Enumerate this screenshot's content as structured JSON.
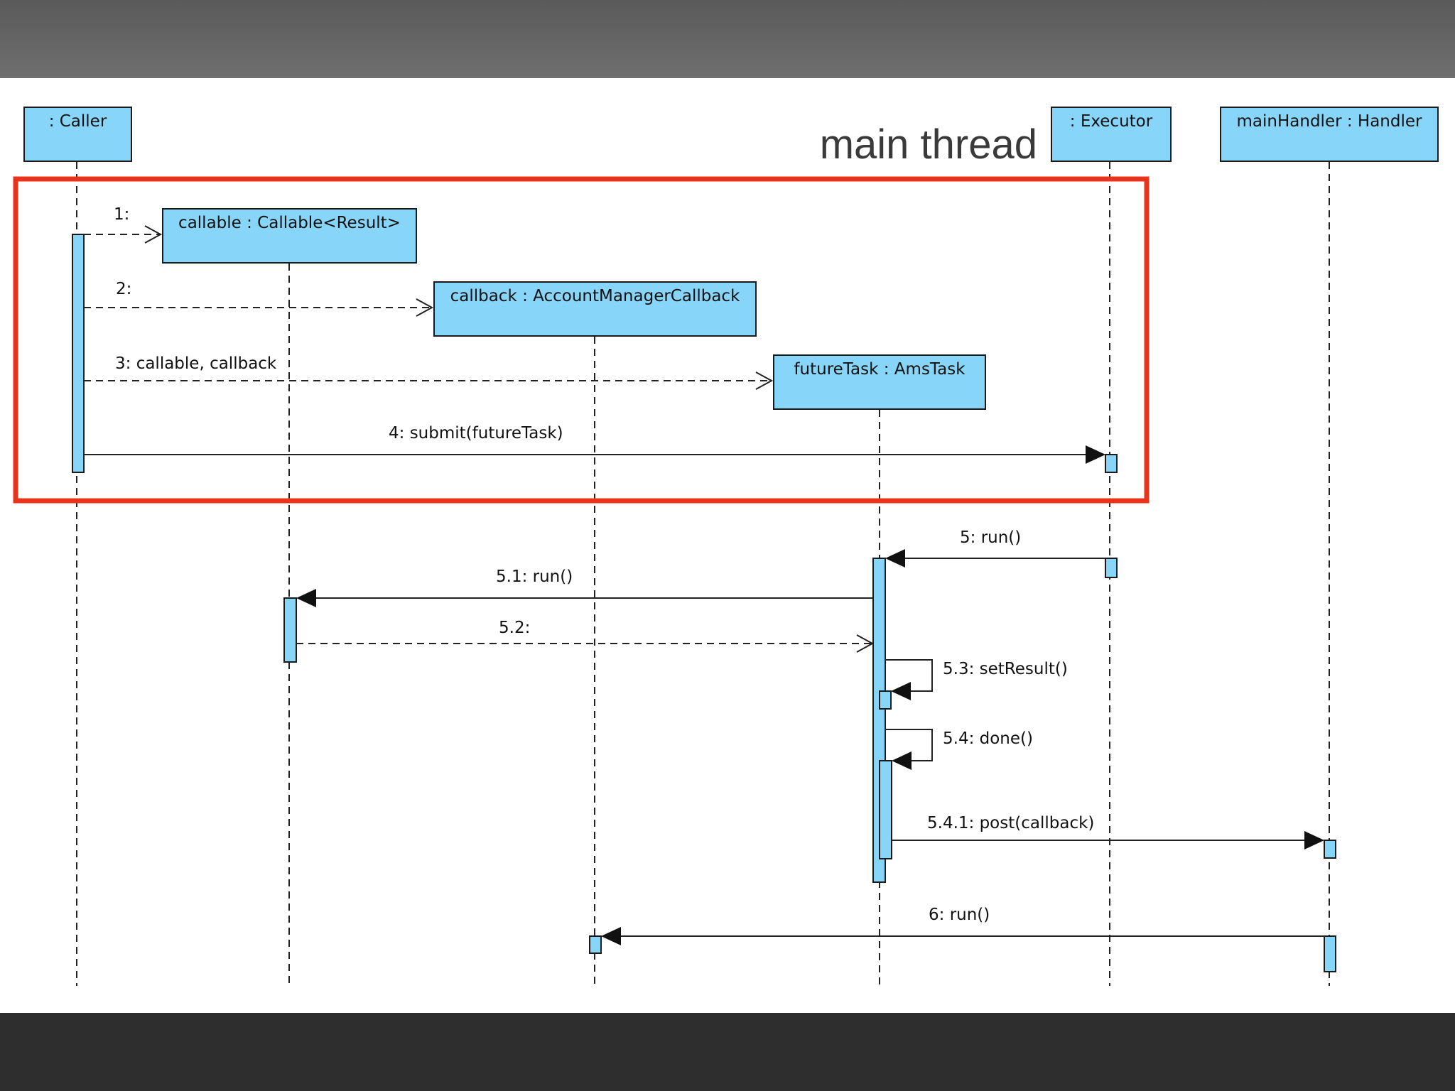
{
  "slide_title": "main thread",
  "lifelines": {
    "caller": ": Caller",
    "callable": "callable : Callable<Result>",
    "callback": "callback : AccountManagerCallback",
    "futuretask": "futureTask : AmsTask",
    "executor": ": Executor",
    "handler": "mainHandler : Handler"
  },
  "messages": {
    "m1": "1:",
    "m2": "2:",
    "m3": "3: callable, callback",
    "m4": "4: submit(futureTask)",
    "m5": "5: run()",
    "m51": "5.1: run()",
    "m52": "5.2:",
    "m53": "5.3: setResult()",
    "m54": "5.4: done()",
    "m541": "5.4.1: post(callback)",
    "m6": "6: run()"
  },
  "colors": {
    "lifeline_fill": "#87d5f8",
    "highlight": "#e8341c"
  }
}
